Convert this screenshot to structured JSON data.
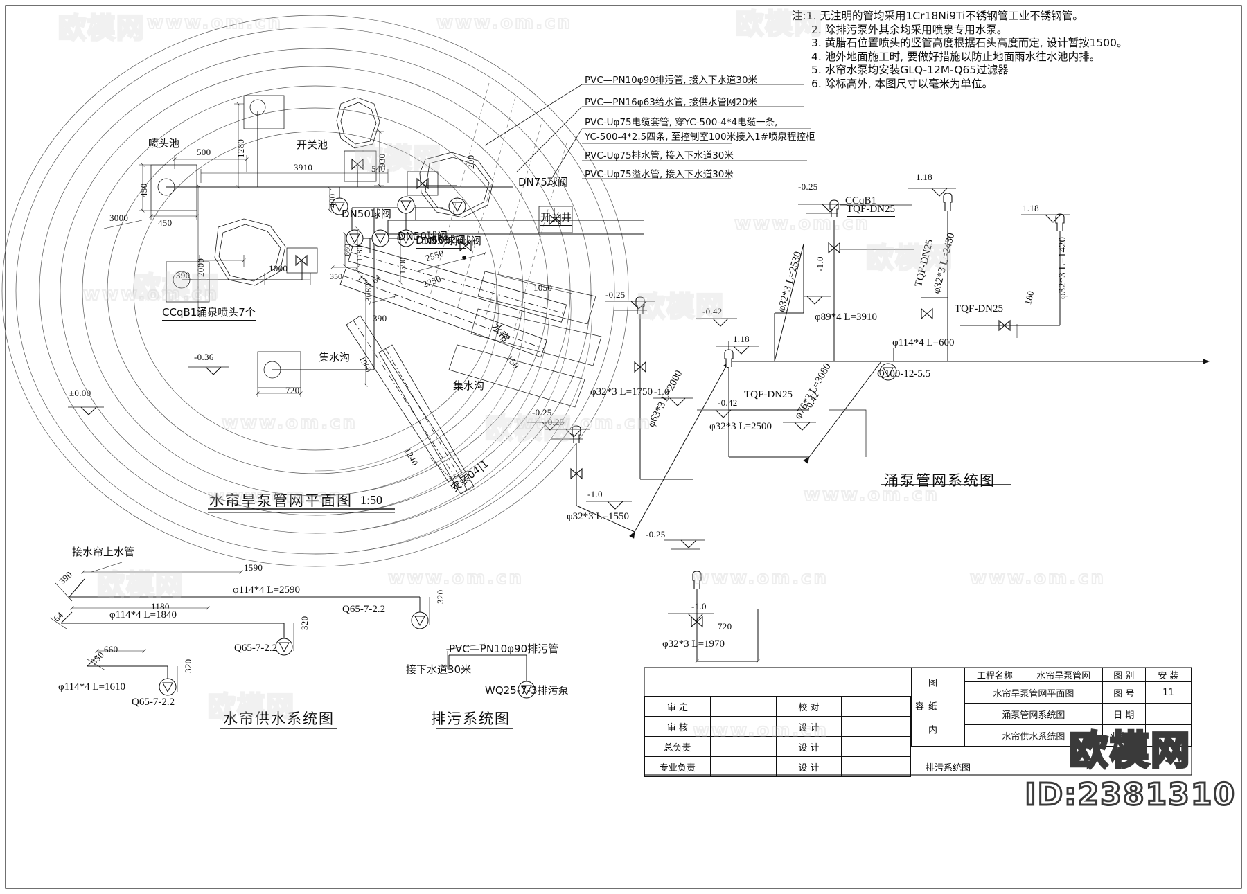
{
  "sheet": {
    "notes_heading": "注:",
    "notes": [
      "1. 无注明的管均采用1Cr18Ni9Ti不锈钢管工业不锈钢管。",
      "2. 除排污泵外其余均采用喷泉专用水泵。",
      "3. 黄腊石位置喷头的竖管高度根据石头高度而定, 设计暂按1500。",
      "4. 池外地面施工时, 要做好措施以防止地面雨水往水池内排。",
      "5. 水帘水泵均安装GLQ-12M-Q65过滤器",
      "6. 除标高外, 本图尺寸以毫米为单位。"
    ],
    "pipe_callouts": [
      "PVC—PN10φ90排污管, 接入下水道30米",
      "PVC—PN16φ63给水管, 接供水管网20米",
      "PVC-Uφ75电缆套管, 穿YC-500-4*4电缆一条,",
      "YC-500-4*2.5四条, 至控制室100米接入1#喷泉程控柜",
      "PVC-Uφ75排水管, 接入下水道30米",
      "PVC-Uφ75溢水管, 接入下水道30米"
    ]
  },
  "plan": {
    "title": "水帘旱泵管网平面图",
    "scale": "1:50",
    "labels": {
      "nozzle_pool": "喷头池",
      "switch_pool": "开关池",
      "switch_well": "开关井",
      "dn75_ball_valve": "DN75球阀",
      "dn50_ball_valve": "DN50球阀",
      "dn50_float_valve": "DN50浮球阀",
      "ccqb1_nozzles": "CCqB1涌泉喷头7个",
      "gutter_1": "集水沟",
      "gutter_2": "集水沟",
      "water_curtain": "水帘",
      "water_curtain_width": "150",
      "install_note": "安装04|1",
      "elev_zero": "±0.00",
      "elev_036": "-0.36"
    },
    "dims": {
      "d3000": "3000",
      "d500": "500",
      "d450_v": "450",
      "d450_h": "450",
      "d2000": "2000",
      "d1280": "1280",
      "d3910": "3910",
      "d930": "930",
      "d540": "540",
      "d200": "200",
      "d400": "400",
      "d660": "660",
      "d1180": "1180",
      "d350": "350",
      "d1590": "1590",
      "d1000": "1000",
      "d390a": "390",
      "d3080": "3080",
      "d64": "64",
      "d2550": "2550",
      "d2250": "2250",
      "d1050": "1050",
      "d390b": "390",
      "d1960": "1960",
      "d1240": "1240",
      "d720": "720",
      "d2550b": "2550"
    }
  },
  "pump_system": {
    "title": "涌泵管网系统图",
    "elevations": [
      "-0.25",
      "-1.0",
      "-0.42",
      "-0.25",
      "1.18",
      "-0.42",
      "-0.42",
      "-0.25",
      "1.18",
      "1.18",
      "-1.0",
      "-0.25",
      "-1.0",
      "-1.0"
    ],
    "valves": [
      "TQF-DN25",
      "TQF-DN25",
      "TQF-DN25",
      "TQF-DN25",
      "TQF-DN25"
    ],
    "nozzle": "CCqB1",
    "pipes": [
      "φ32*3  L=1750",
      "φ63*3  L=2000",
      "φ32*3  L=1550",
      "φ32*3  L=2500",
      "φ32*3  L=1970",
      "φ76*3  L=3080",
      "φ32*3  L=2530",
      "φ89*4  L=3910",
      "φ32*3  L=2430",
      "φ32*3  L=1420",
      "φ114*4  L=600"
    ],
    "pump_model": "Q100-12-5.5",
    "dims": {
      "d180": "180",
      "d720": "720"
    }
  },
  "curtain_supply": {
    "title": "水帘供水系统图",
    "connect_label": "接水帘上水管",
    "rows": [
      {
        "dim_left": "390",
        "dim_top": "1590",
        "pipe": "φ114*4  L=2590",
        "riser": "320",
        "pump": "Q65-7-2.2"
      },
      {
        "dim_left": "64",
        "dim_top": "1180",
        "pipe": "φ114*4  L=1840",
        "riser": "320",
        "pump": "Q65-7-2.2"
      },
      {
        "dim_left": "350",
        "dim_top": "660",
        "pipe": "φ114*4  L=1610",
        "riser": "320",
        "pump": "Q65-7-2.2"
      }
    ]
  },
  "drain_system": {
    "title": "排污系统图",
    "pipe_label": "PVC—PN10φ90排污管",
    "connect_label": "接下水道30米",
    "pump": "WQ25-7-3排污泵"
  },
  "titleblock": {
    "project_label": "工程名称",
    "project_value": "水帘旱泵管网",
    "rows_left": [
      {
        "k": "审 定",
        "v": "校 对"
      },
      {
        "k": "审 核",
        "v": "设 计"
      },
      {
        "k": "总负责",
        "v": "设 计"
      },
      {
        "k": "专业负责",
        "v": "设 计"
      }
    ],
    "content_label": "图 纸 内 容",
    "content_lines": [
      "水帘旱泵管网平面图",
      "涌泵管网系统图",
      "水帘供水系统图",
      "排污系统图"
    ],
    "right_col": [
      {
        "k": "图 别",
        "v": "安 装"
      },
      {
        "k": "图 号",
        "v": "11"
      },
      {
        "k": "日 期",
        "v": ""
      },
      {
        "k": "业务号",
        "v": ""
      }
    ]
  },
  "watermarks": {
    "url": "www.om.cn",
    "brand": "欧模网",
    "big_brand": "欧模网",
    "big_id": "ID:2381310"
  }
}
